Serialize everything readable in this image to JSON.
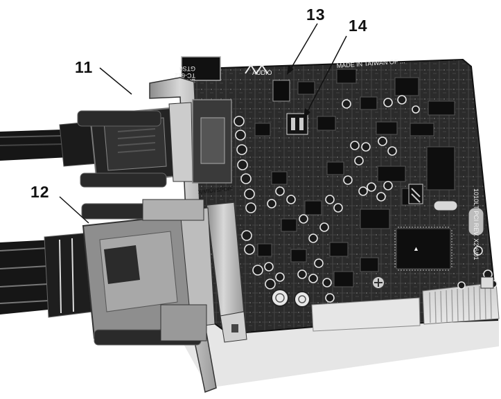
{
  "callouts": {
    "c11": "11",
    "c12": "12",
    "c13": "13",
    "c14": "14"
  },
  "board_text": {
    "brand": "AUDIO",
    "made_in": "MADE IN TAIWAN OF ...",
    "revision": "1010LT PCI REV. X2 6/01",
    "port_label": "X/MIDI/SPDIF",
    "crystal_top": "GTS0",
    "crystal_mid": "TC-612",
    "crystal_bot": "SN1394"
  },
  "colors": {
    "background": "#ffffff",
    "board": "#2a2a2a",
    "chip": "#0e0e0e",
    "metal": "#b8b8b8",
    "cable": "#161616"
  }
}
